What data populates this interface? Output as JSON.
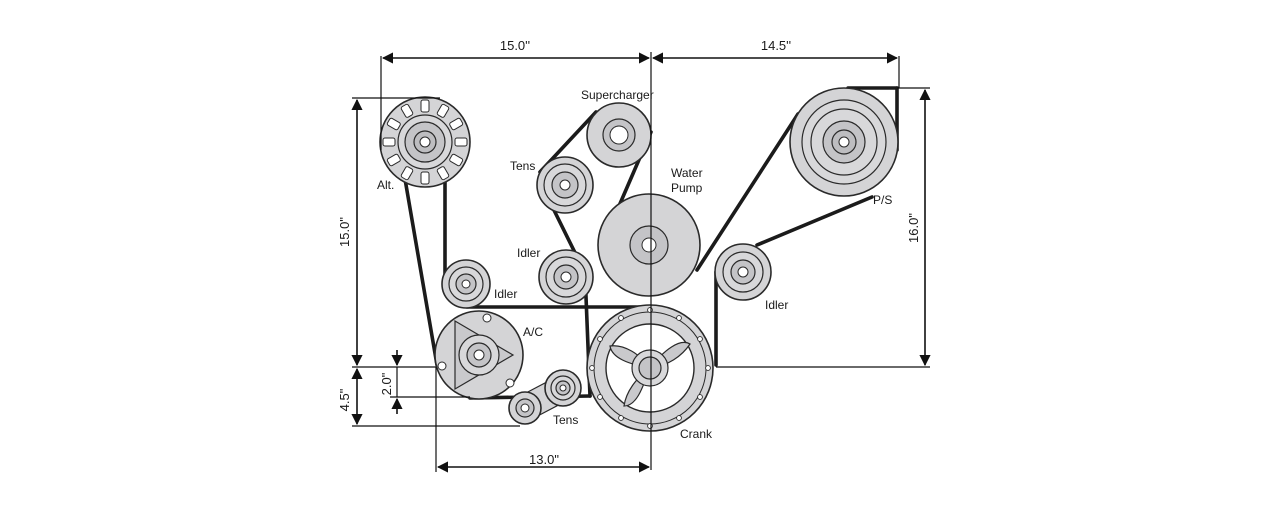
{
  "components": {
    "alternator": "Alt.",
    "supercharger": "Supercharger",
    "upper_tensioner": "Tens",
    "water_pump_line1": "Water",
    "water_pump_line2": "Pump",
    "power_steering": "P/S",
    "idler_left": "Idler",
    "idler_center": "Idler",
    "idler_right": "Idler",
    "ac_compressor": "A/C",
    "lower_tensioner": "Tens",
    "crank": "Crank"
  },
  "dimensions": {
    "top_left": "15.0''",
    "top_right": "14.5''",
    "left_vertical": "15.0\"",
    "right_vertical": "16.0\"",
    "small_vertical": "2.0\"",
    "lower_vertical": "4.5\"",
    "bottom": "13.0\""
  }
}
